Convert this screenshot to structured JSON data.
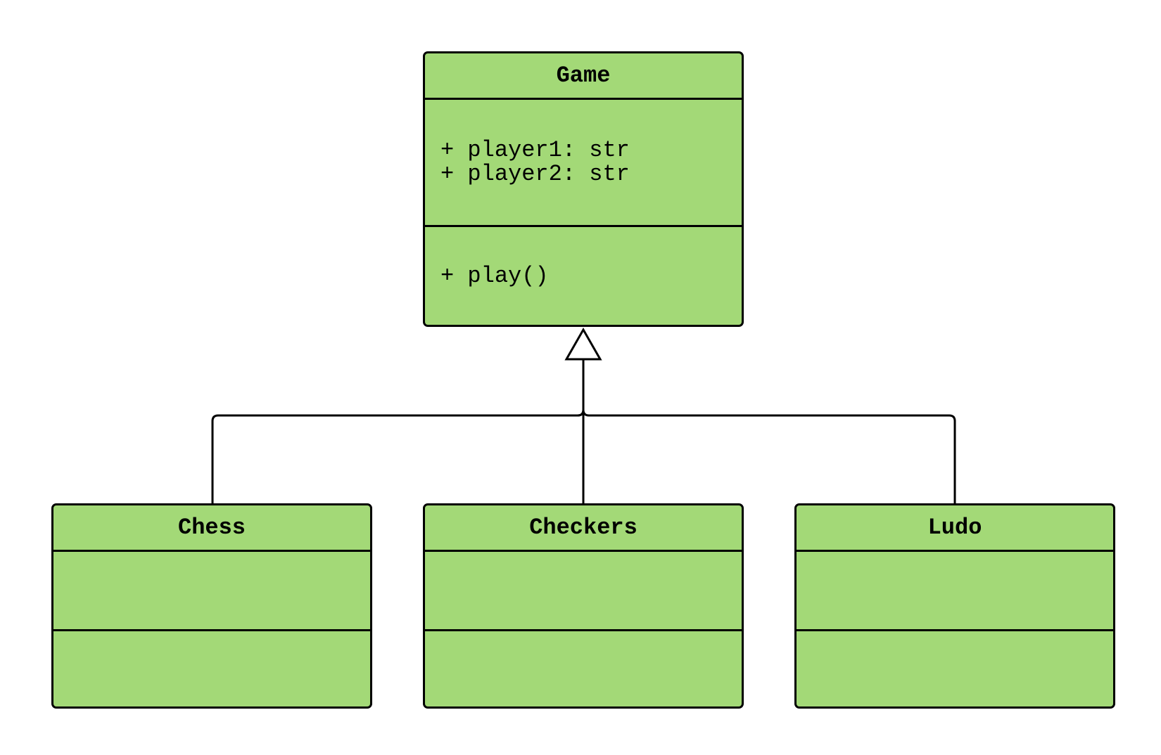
{
  "colors": {
    "class_fill": "#a3d977",
    "stroke": "#000000",
    "background": "#ffffff"
  },
  "diagram": {
    "relationship": "generalization",
    "parent": {
      "name": "Game",
      "attributes": [
        "+ player1: str",
        "+ player2: str"
      ],
      "operations": [
        "+ play()"
      ]
    },
    "children": [
      {
        "name": "Chess",
        "attributes": [],
        "operations": []
      },
      {
        "name": "Checkers",
        "attributes": [],
        "operations": []
      },
      {
        "name": "Ludo",
        "attributes": [],
        "operations": []
      }
    ]
  }
}
